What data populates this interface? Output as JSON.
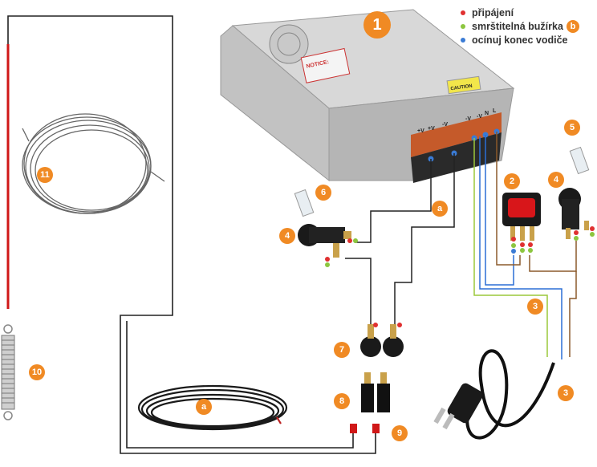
{
  "legend": {
    "items": [
      {
        "label": "připájení",
        "color": "#e03030"
      },
      {
        "label": "smrštitelná bužírka",
        "color": "#8cc63f",
        "badge": "b"
      },
      {
        "label": "ocínuj konec vodiče",
        "color": "#3a7bd5"
      }
    ]
  },
  "markers": {
    "m1": "1",
    "m2": "2",
    "m3a": "3",
    "m3b": "3",
    "m4a": "4",
    "m4b": "4",
    "m5": "5",
    "m6": "6",
    "m7": "7",
    "m8": "8",
    "m9": "9",
    "m10": "10",
    "m11": "11",
    "ma1": "a",
    "ma2": "a"
  },
  "psu": {
    "notice_label": "NOTICE:",
    "caution_label": "CAUTION",
    "terminals": [
      "+V",
      "+V",
      "-V",
      "-V",
      "-V",
      "N",
      "L"
    ]
  },
  "colors": {
    "wire_black": "#222222",
    "wire_red": "#d01818",
    "wire_blue": "#2b6fd6",
    "wire_brown": "#8b5a2b",
    "wire_yellowgreen": "#9cc83a",
    "accent_orange": "#f08a24"
  }
}
